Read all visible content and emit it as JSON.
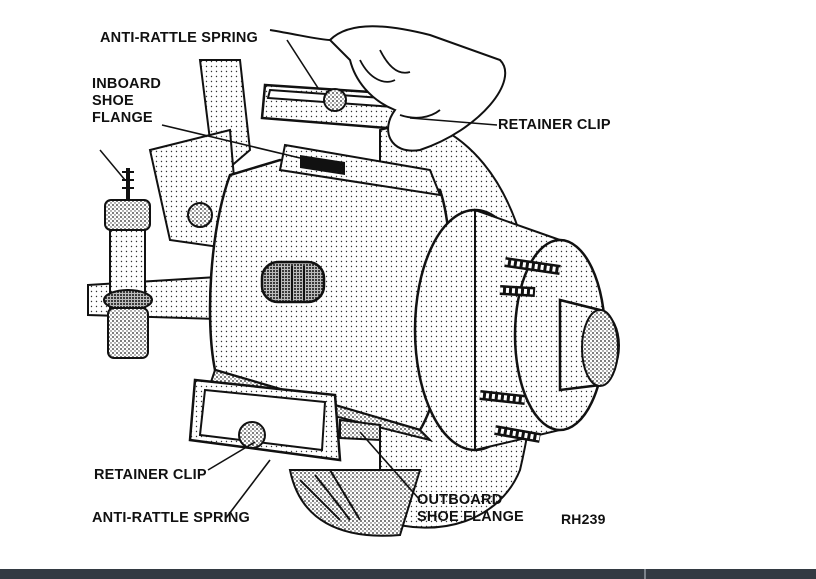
{
  "diagram": {
    "labels": {
      "anti_rattle_spring_top": "ANTI-RATTLE SPRING",
      "inboard_shoe_flange": "INBOARD\nSHOE\nFLANGE",
      "retainer_clip_right": "RETAINER CLIP",
      "retainer_clip_bottom": "RETAINER CLIP",
      "anti_rattle_spring_bottom": "ANTI-RATTLE SPRING",
      "outboard_shoe_flange": "OUTBOARD\nSHOE FLANGE",
      "figure_code": "RH239"
    },
    "colors": {
      "ink": "#111111",
      "shading": "#8d8d8d",
      "paper": "#ffffff",
      "bottom_bar": "#333a42"
    }
  }
}
